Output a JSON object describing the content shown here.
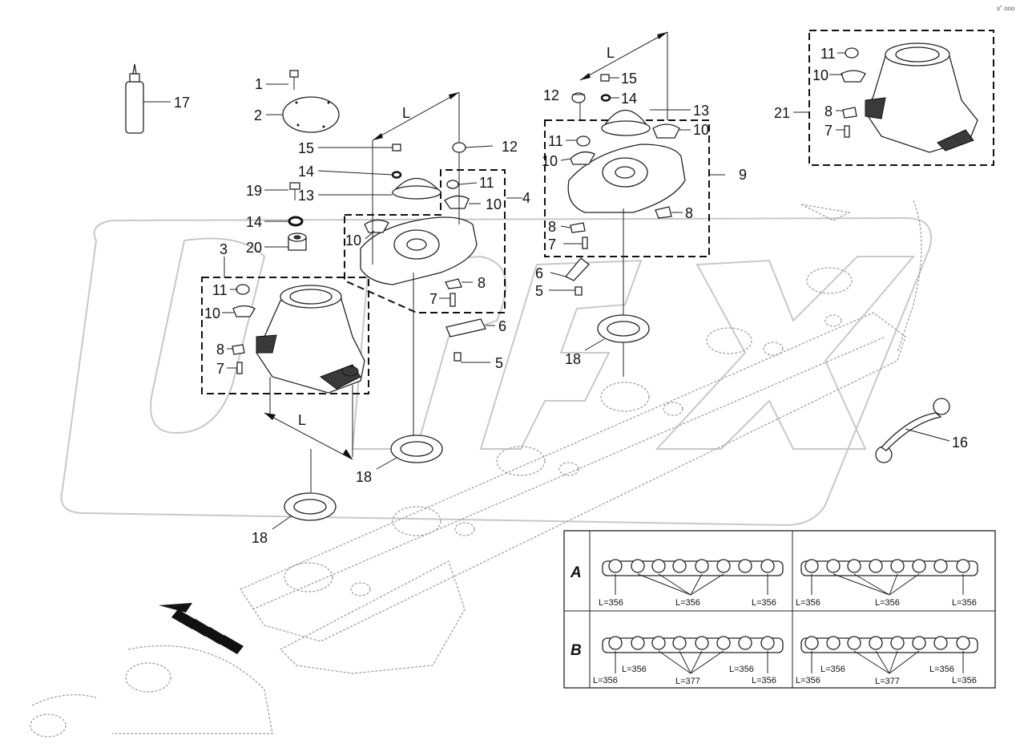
{
  "corner_mark": "s\" ooo",
  "dimension_label": "L",
  "callouts": {
    "c17": "17",
    "c1": "1",
    "c2": "2",
    "c15a": "15",
    "c12a": "12",
    "c14a": "14",
    "c11a": "11",
    "c19": "19",
    "c13a": "13",
    "c10a": "10",
    "c4": "4",
    "c14b": "14",
    "c10b": "10",
    "c20": "20",
    "c3": "3",
    "c8a": "8",
    "c11b": "11",
    "c7a": "7",
    "c10c": "10",
    "c6a": "6",
    "c8b": "8",
    "c7b": "7",
    "c5a": "5",
    "c18a": "18",
    "c18b": "18",
    "c12b": "12",
    "c15b": "15",
    "c14c": "14",
    "c13b": "13",
    "c11c": "11",
    "c10d": "10",
    "c10e": "10",
    "c9": "9",
    "c8c": "8",
    "c8d": "8",
    "c7c": "7",
    "c6b": "6",
    "c5b": "5",
    "c18c": "18",
    "c11d": "11",
    "c10f": "10",
    "c21": "21",
    "c8e": "8",
    "c7d": "7",
    "c16": "16"
  },
  "table": {
    "row_a": "A",
    "row_b": "B",
    "a1": {
      "left": "L=356",
      "mid": "L=356",
      "right": "L=356"
    },
    "a2": {
      "left": "L=356",
      "mid": "L=356",
      "right": "L=356"
    },
    "b1": {
      "left_top": "L=356",
      "left_bottom": "L=356",
      "mid": "L=377",
      "right_top": "L=356",
      "right_bottom": "L=356"
    },
    "b2": {
      "left_top": "L=356",
      "left_bottom": "L=356",
      "mid": "L=377",
      "right_top": "L=356",
      "right_bottom": "L=356"
    }
  }
}
